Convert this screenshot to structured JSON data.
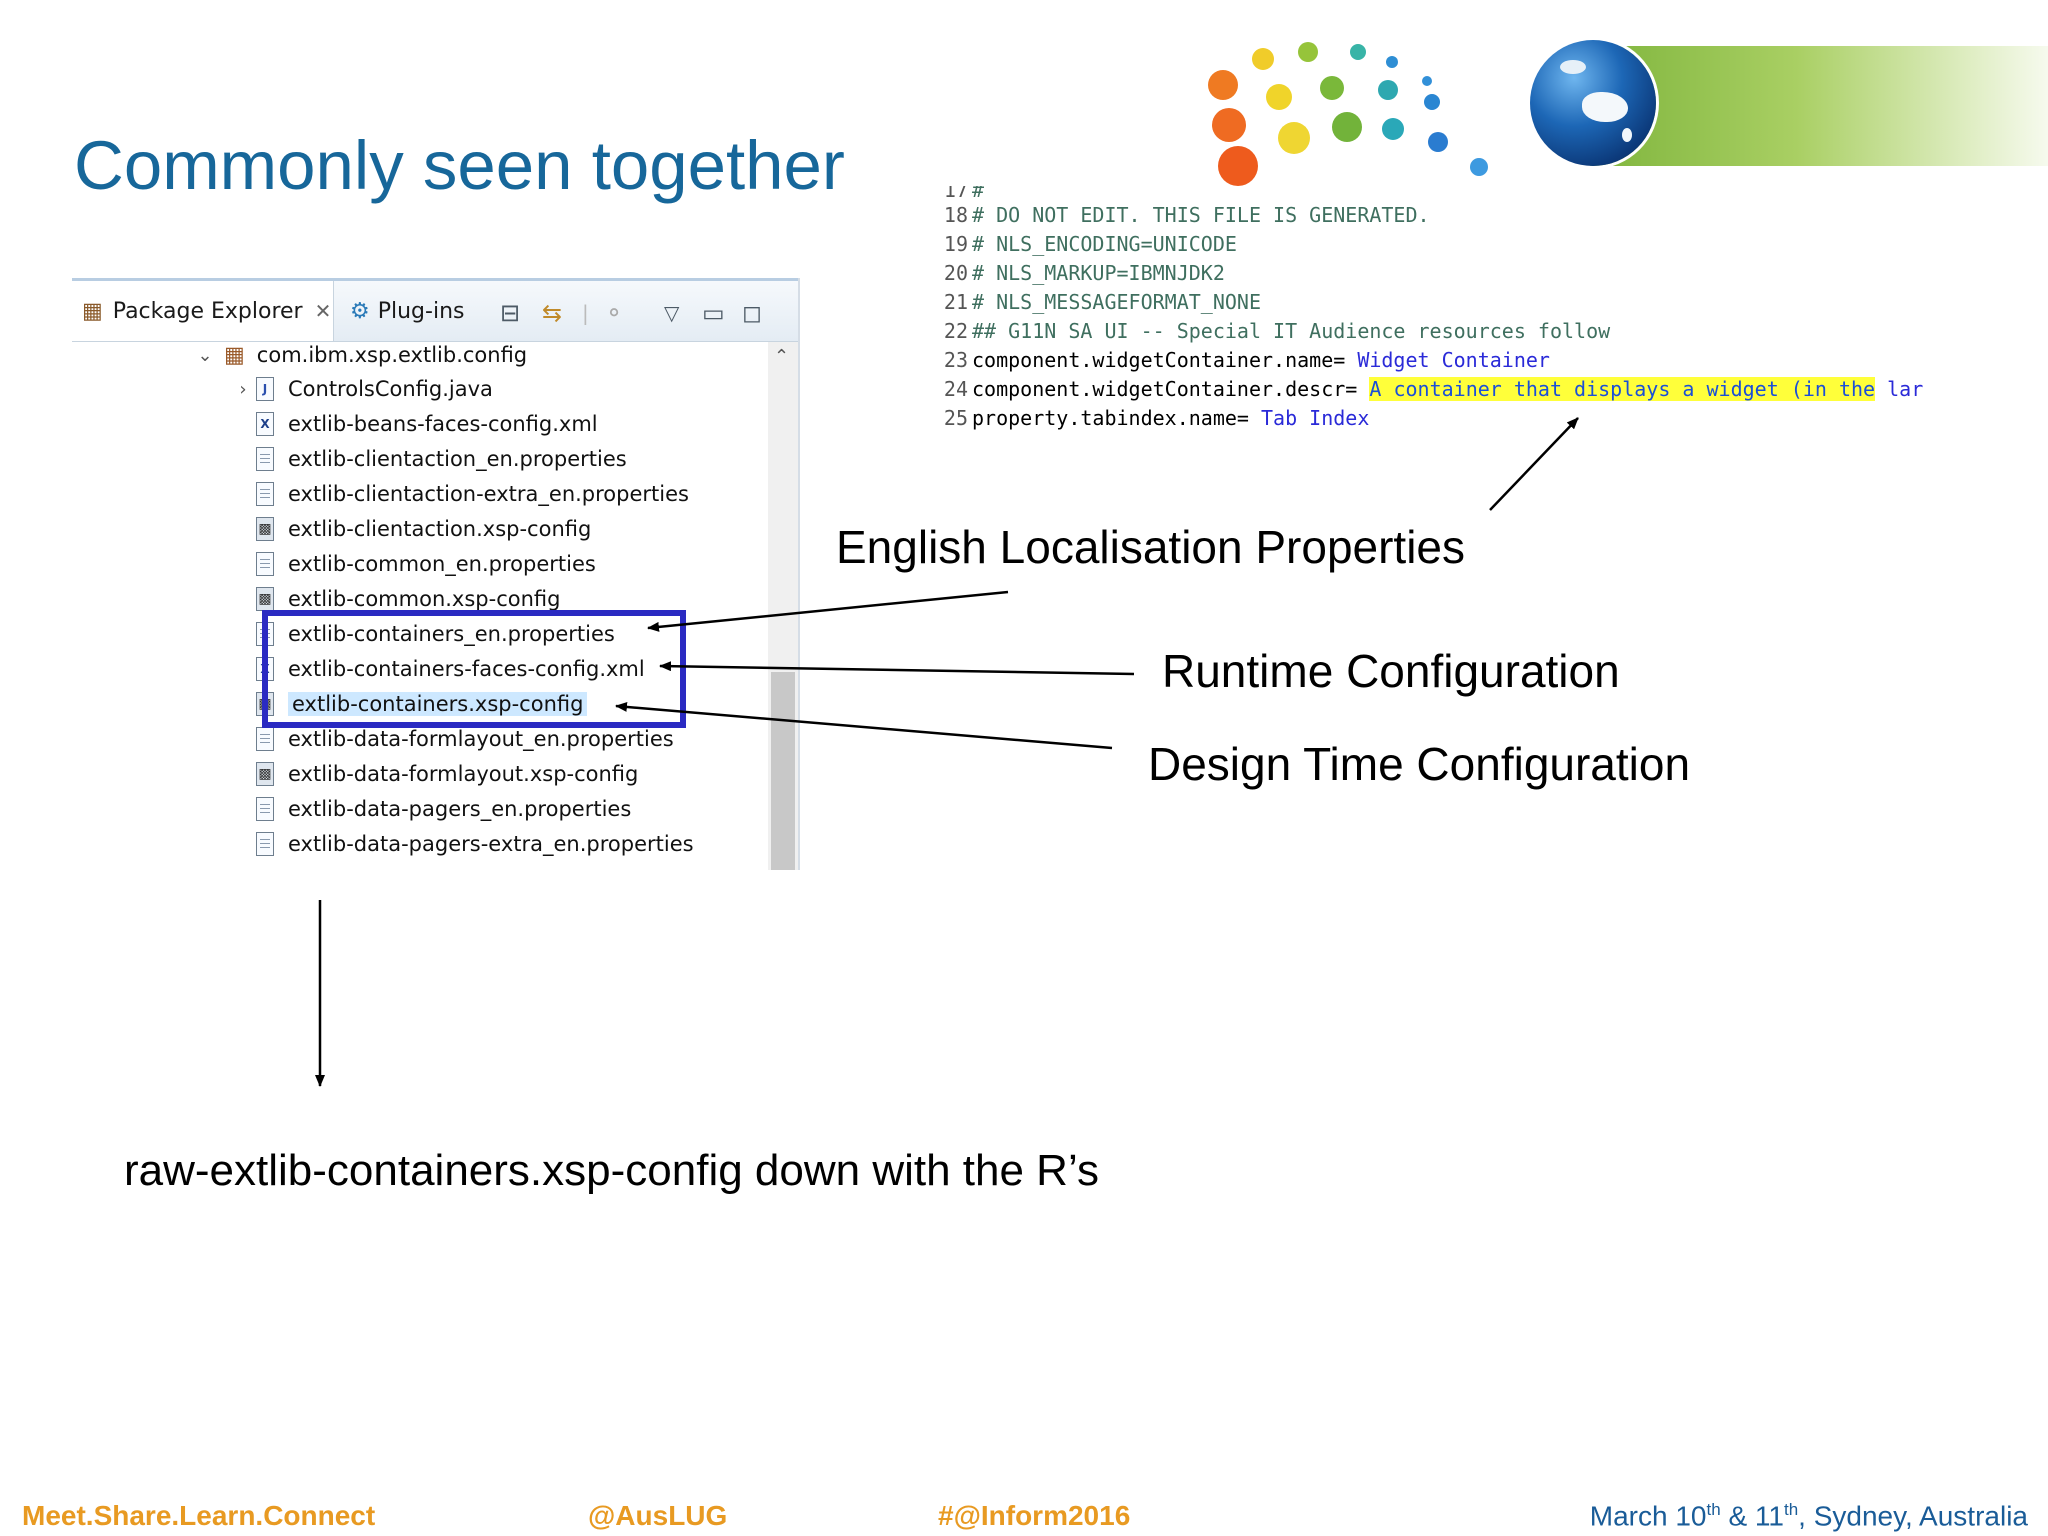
{
  "slide": {
    "title": "Commonly seen together",
    "caption": "raw-extlib-containers.xsp-config down with the R’s"
  },
  "explorer": {
    "tabs": [
      {
        "label": "Package Explorer",
        "icon": "package-explorer-icon"
      },
      {
        "label": "Plug-ins",
        "icon": "plugins-icon"
      }
    ],
    "package": "com.ibm.xsp.extlib.config",
    "items": [
      {
        "label": "ControlsConfig.java",
        "type": "java"
      },
      {
        "label": "extlib-beans-faces-config.xml",
        "type": "xml"
      },
      {
        "label": "extlib-clientaction_en.properties",
        "type": "properties"
      },
      {
        "label": "extlib-clientaction-extra_en.properties",
        "type": "properties"
      },
      {
        "label": "extlib-clientaction.xsp-config",
        "type": "xsp-config"
      },
      {
        "label": "extlib-common_en.properties",
        "type": "properties"
      },
      {
        "label": "extlib-common.xsp-config",
        "type": "xsp-config"
      },
      {
        "label": "extlib-containers_en.properties",
        "type": "properties"
      },
      {
        "label": "extlib-containers-faces-config.xml",
        "type": "xml"
      },
      {
        "label": "extlib-containers.xsp-config",
        "type": "xsp-config",
        "selected": true
      },
      {
        "label": "extlib-data-formlayout_en.properties",
        "type": "properties"
      },
      {
        "label": "extlib-data-formlayout.xsp-config",
        "type": "xsp-config"
      },
      {
        "label": "extlib-data-pagers_en.properties",
        "type": "properties"
      },
      {
        "label": "extlib-data-pagers-extra_en.properties",
        "type": "properties"
      }
    ]
  },
  "code": {
    "lines": [
      {
        "num": "18",
        "text": "# DO NOT EDIT. THIS FILE IS GENERATED."
      },
      {
        "num": "19",
        "text": "# NLS_ENCODING=UNICODE"
      },
      {
        "num": "20",
        "text": "# NLS_MARKUP=IBMNJDK2"
      },
      {
        "num": "21",
        "text": "# NLS_MESSAGEFORMAT_NONE"
      },
      {
        "num": "22",
        "text": "## G11N SA UI -- Special IT Audience resources follow"
      },
      {
        "num": "23",
        "key": "component.widgetContainer.name= ",
        "value": "Widget Container"
      },
      {
        "num": "24",
        "key": "component.widgetContainer.descr= ",
        "value": "A container that displays a widget (in the",
        "value_tail": " lar"
      },
      {
        "num": "25",
        "key": "property.tabindex.name= ",
        "value": "Tab Index"
      }
    ]
  },
  "annotations": {
    "english_localisation": "English Localisation Properties",
    "runtime_configuration": "Runtime Configuration",
    "design_time_configuration": "Design Time Configuration"
  },
  "footer": {
    "tagline": "Meet.Share.Learn.Connect",
    "handle": "@AusLUG",
    "hashtag": "#@Inform2016",
    "date_prefix": "March 10",
    "date_sup1": "th",
    "date_mid": " & 11",
    "date_sup2": "th",
    "date_suffix": ", Sydney, Australia"
  },
  "colors": {
    "title": "#17679a",
    "footer_orange": "#e89a22",
    "footer_blue": "#1a5c98",
    "highlight_box": "#2a2ac2",
    "code_highlight": "#ffff3a"
  }
}
